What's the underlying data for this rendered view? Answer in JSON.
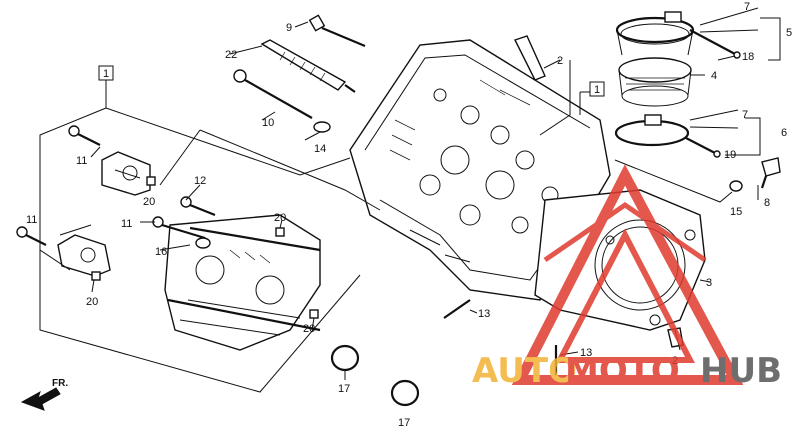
{
  "diagram": {
    "callouts": [
      "1",
      "2",
      "3",
      "4",
      "5",
      "6",
      "7",
      "8",
      "9",
      "10",
      "11",
      "12",
      "13",
      "14",
      "15",
      "16",
      "17",
      "18",
      "19",
      "20",
      "22"
    ],
    "boxed_labels": [
      "1"
    ],
    "direction_label": "FR.",
    "colors": {
      "line": "#111111",
      "watermark_red": "#e03a2e",
      "watermark_yellow": "#f2b233",
      "watermark_gray": "#555555"
    }
  },
  "watermark": {
    "part1": "AUTO",
    "part2": "MOTO",
    "part3": "HUB"
  }
}
